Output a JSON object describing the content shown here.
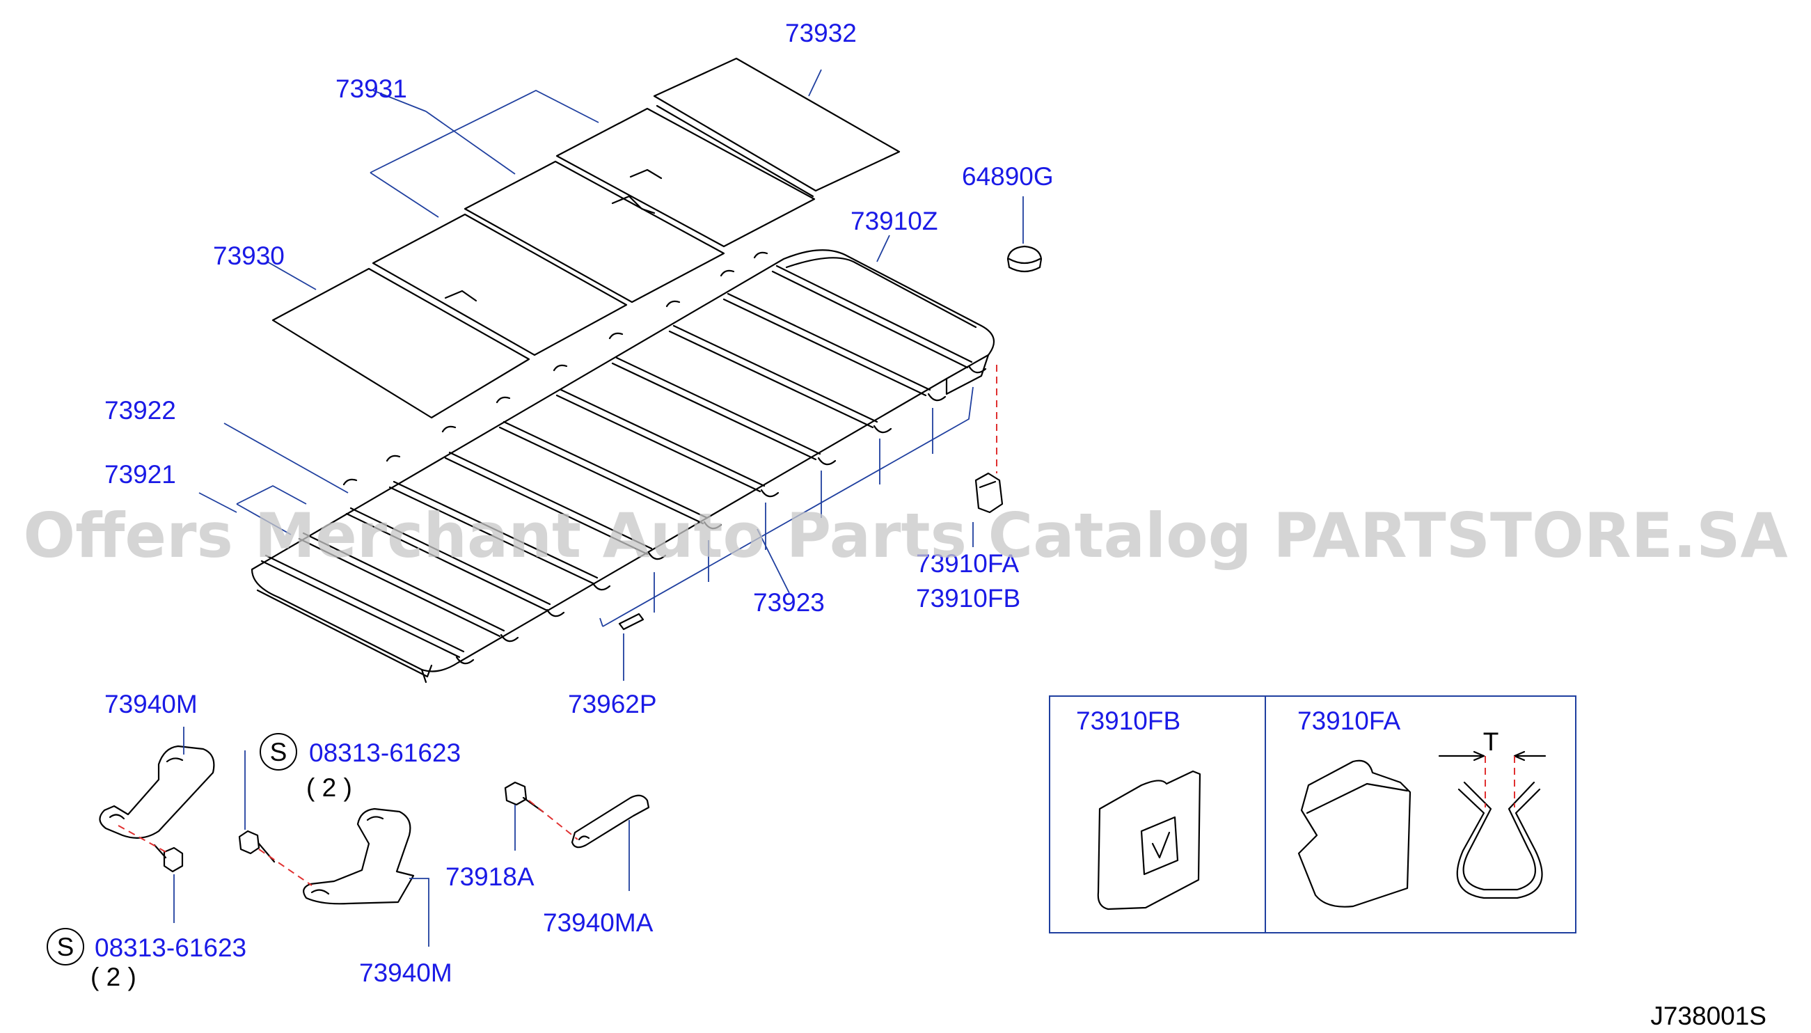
{
  "labels": {
    "p73932": "73932",
    "p73931": "73931",
    "p73930": "73930",
    "p64890G": "64890G",
    "p73910Z": "73910Z",
    "p73922": "73922",
    "p73921": "73921",
    "p73910FA": "73910FA",
    "p73910FB": "73910FB",
    "p73923": "73923",
    "p73962P": "73962P",
    "p73940M_top": "73940M",
    "p73940M_bottom": "73940M",
    "p73918A": "73918A",
    "p73940MA": "73940MA",
    "bolt_top": "08313-61623",
    "bolt_top_qty": "( 2 )",
    "bolt_bottom": "08313-61623",
    "bolt_bottom_qty": "( 2 )",
    "s_mark_top": "S",
    "s_mark_bottom": "S",
    "detail_fb": "73910FB",
    "detail_fa": "73910FA",
    "detail_t": "T",
    "diagram_code": "J738001S"
  },
  "watermark": "Offers Merchant Auto Parts Catalog PARTSTORE.SA",
  "colors": {
    "label": "#1a1ae6",
    "leader": "#1f3f9f",
    "dashed": "#e03030",
    "watermark": "#c8c8c8"
  }
}
